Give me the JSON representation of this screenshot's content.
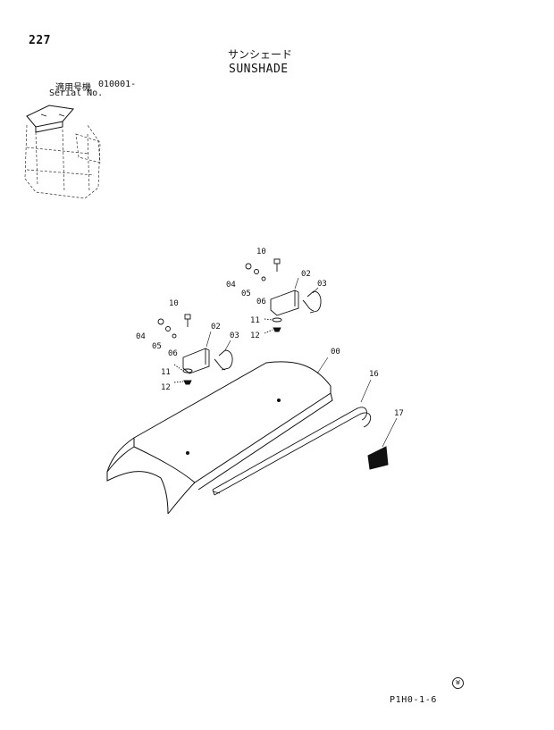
{
  "header": {
    "page_number": "227",
    "title_jp": "サンシェード",
    "title_en": "SUNSHADE",
    "serial_label_jp": "適用号機",
    "serial_value": "010001-",
    "serial_label_en": "Serial No."
  },
  "callouts": {
    "c00": "00",
    "c02a": "02",
    "c03a": "03",
    "c04a": "04",
    "c05a": "05",
    "c06a": "06",
    "c10a": "10",
    "c11a": "11",
    "c12a": "12",
    "c02b": "02",
    "c03b": "03",
    "c04b": "04",
    "c05b": "05",
    "c06b": "06",
    "c10b": "10",
    "c11b": "11",
    "c12b": "12",
    "c16": "16",
    "c17": "17"
  },
  "footer": {
    "code": "P1H0-1-6",
    "mark": "W"
  }
}
